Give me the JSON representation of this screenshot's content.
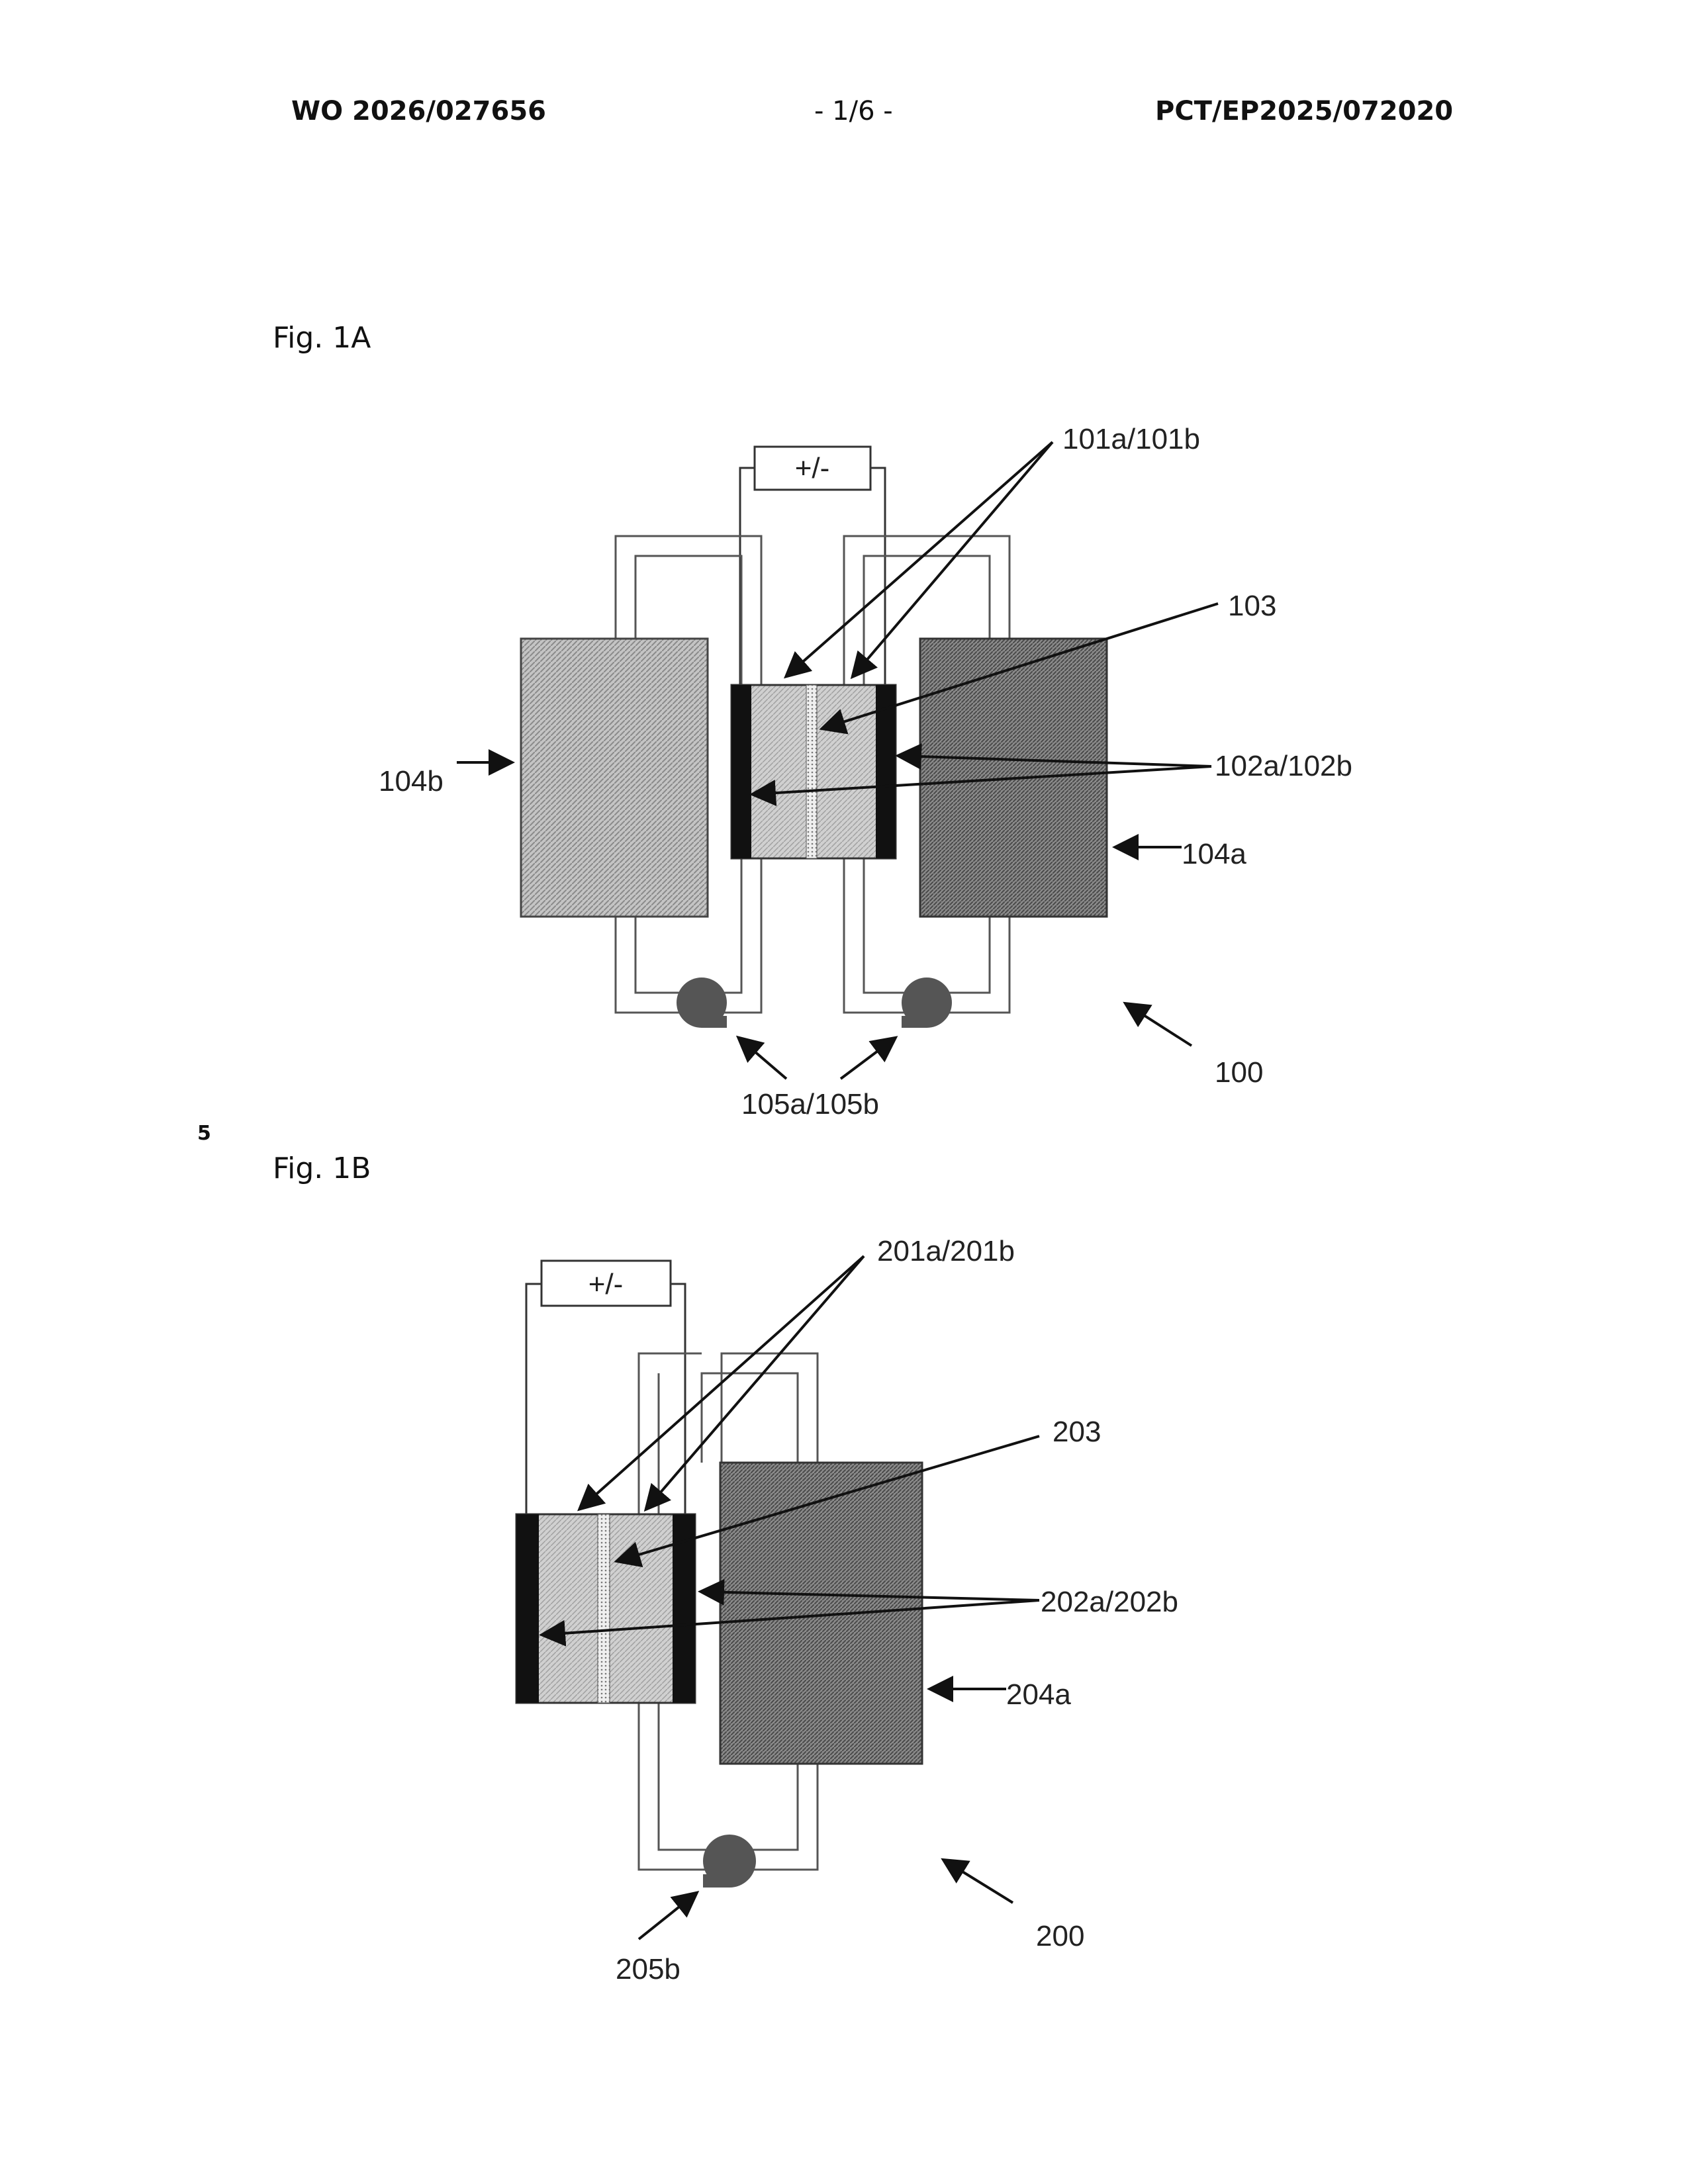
{
  "header": {
    "left": "WO 2026/027656",
    "center": "- 1/6 -",
    "right": "PCT/EP2025/072020"
  },
  "line_number": "5",
  "fig1a": {
    "title": "Fig. 1A",
    "power_label": "+/-",
    "labels": {
      "ref_101": "101a/101b",
      "ref_103": "103",
      "ref_102": "102a/102b",
      "ref_104b": "104b",
      "ref_104a": "104a",
      "ref_105": "105a/105b",
      "ref_100": "100"
    }
  },
  "fig1b": {
    "title": "Fig. 1B",
    "power_label": "+/-",
    "labels": {
      "ref_201": "201a/201b",
      "ref_203": "203",
      "ref_202": "202a/202b",
      "ref_204a": "204a",
      "ref_205b": "205b",
      "ref_200": "200"
    }
  },
  "colors": {
    "tank_light": "#b8b8b8",
    "tank_dark": "#7a7a7a",
    "electrode": "#111111",
    "membrane": "#e2e2e2",
    "pump": "#555555"
  }
}
